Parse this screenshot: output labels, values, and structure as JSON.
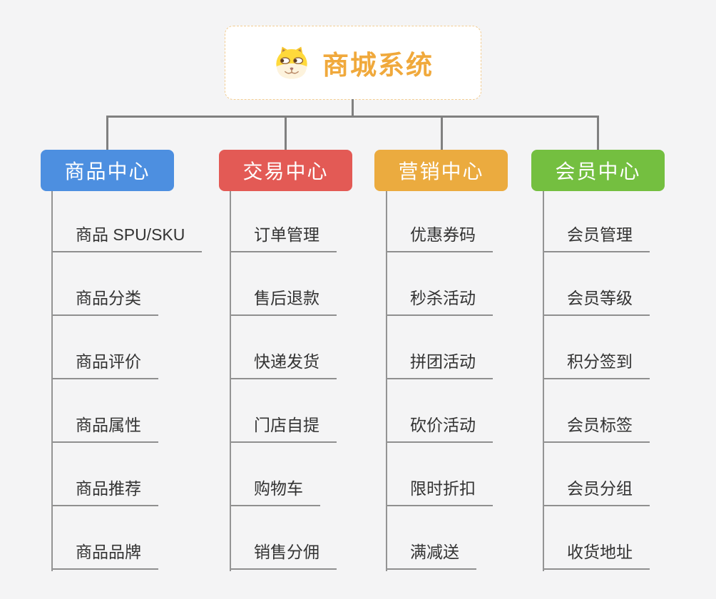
{
  "root": {
    "title": "商城系统",
    "icon": "dog-face-icon",
    "accent_color": "#f0a93c",
    "border_color": "#f3cd92"
  },
  "connector_color": "#808080",
  "columns": [
    {
      "title": "商品中心",
      "color": "#4d8fe0",
      "items": [
        "商品 SPU/SKU",
        "商品分类",
        "商品评价",
        "商品属性",
        "商品推荐",
        "商品品牌"
      ]
    },
    {
      "title": "交易中心",
      "color": "#e35a55",
      "items": [
        "订单管理",
        "售后退款",
        "快递发货",
        "门店自提",
        "购物车",
        "销售分佣"
      ]
    },
    {
      "title": "营销中心",
      "color": "#ebab3f",
      "items": [
        "优惠券码",
        "秒杀活动",
        "拼团活动",
        "砍价活动",
        "限时折扣",
        "满减送"
      ]
    },
    {
      "title": "会员中心",
      "color": "#74bf40",
      "items": [
        "会员管理",
        "会员等级",
        "积分签到",
        "会员标签",
        "会员分组",
        "收货地址"
      ]
    }
  ]
}
